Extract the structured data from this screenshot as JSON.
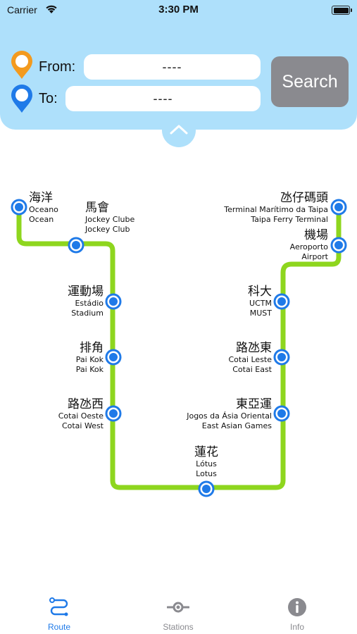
{
  "status_bar": {
    "carrier": "Carrier",
    "time": "3:30 PM"
  },
  "search": {
    "from_label": "From:",
    "to_label": "To:",
    "from_value": "----",
    "to_value": "----",
    "button_label": "Search"
  },
  "colors": {
    "panel": "#aee0fb",
    "line": "#8ed61e",
    "station": "#1f7ae8",
    "from_pin": "#f39a1e",
    "to_pin": "#1f7ae8",
    "tab_active": "#1f7ae8",
    "tab_inactive": "#8a8a8f"
  },
  "stations": [
    {
      "zh": "海洋",
      "pt": "Oceano",
      "en": "Ocean"
    },
    {
      "zh": "馬會",
      "pt": "Jockey Clube",
      "en": "Jockey Club"
    },
    {
      "zh": "運動場",
      "pt": "Estádio",
      "en": "Stadium"
    },
    {
      "zh": "排角",
      "pt": "Pai Kok",
      "en": "Pai Kok"
    },
    {
      "zh": "路氹西",
      "pt": "Cotai Oeste",
      "en": "Cotai West"
    },
    {
      "zh": "蓮花",
      "pt": "Lótus",
      "en": "Lotus"
    },
    {
      "zh": "東亞運",
      "pt": "Jogos da Ásia Oriental",
      "en": "East Asian Games"
    },
    {
      "zh": "路氹東",
      "pt": "Cotai Leste",
      "en": "Cotai East"
    },
    {
      "zh": "科大",
      "pt": "UCTM",
      "en": "MUST"
    },
    {
      "zh": "機場",
      "pt": "Aeroporto",
      "en": "Airport"
    },
    {
      "zh": "氹仔碼頭",
      "pt": "Terminal Marítimo da Taipa",
      "en": "Taipa Ferry Terminal"
    }
  ],
  "tabs": [
    {
      "label": "Route",
      "icon": "route-icon",
      "active": true
    },
    {
      "label": "Stations",
      "icon": "stations-icon",
      "active": false
    },
    {
      "label": "Info",
      "icon": "info-icon",
      "active": false
    }
  ]
}
